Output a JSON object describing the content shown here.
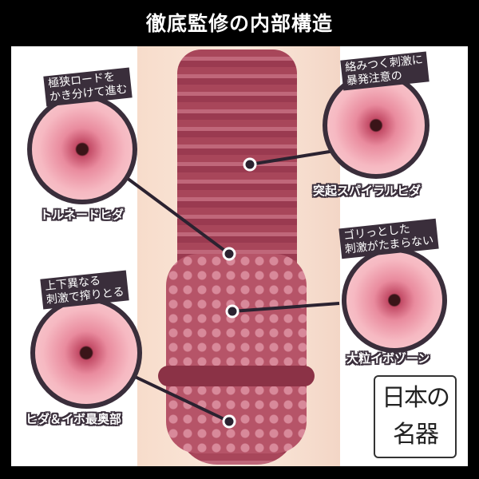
{
  "title": "徹底監修の内部構造",
  "callouts": [
    {
      "label": "極狭ロードを\nかき分けて進む",
      "caption": "トルネードヒダ"
    },
    {
      "label": "絡みつく刺激に\n暴発注意の",
      "caption": "突起スパイラルヒダ"
    },
    {
      "label": "ゴリっとした\n刺激がたまらない",
      "caption": "大粒イボゾーン"
    },
    {
      "label": "上下異なる\n刺激で搾りとる",
      "caption": "ヒダ＆イボ最奥部"
    }
  ],
  "logo": {
    "line1": "日本の",
    "line2": "名器"
  },
  "colors": {
    "label_bg": "#3a2e3b",
    "accent": "#b65468"
  }
}
